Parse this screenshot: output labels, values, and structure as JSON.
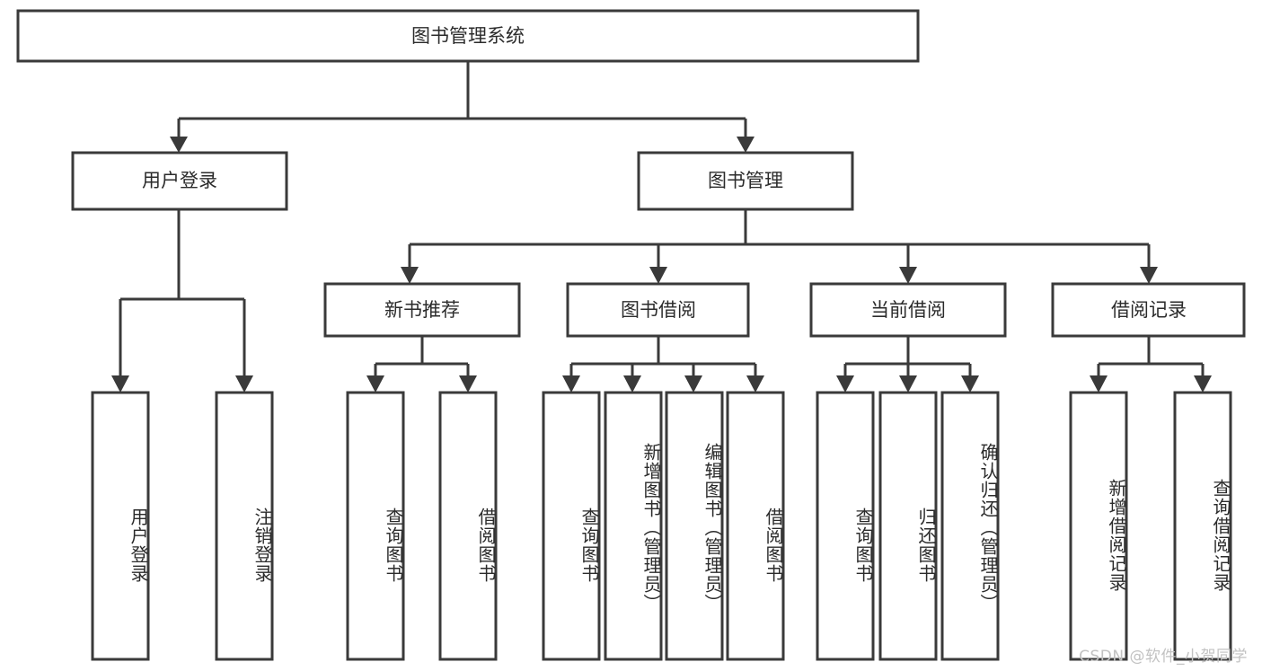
{
  "diagram": {
    "title": "图书管理系统",
    "type": "tree",
    "watermark": "CSDN @软件_小贺同学",
    "colors": {
      "box_stroke": "#3a3a3a",
      "box_fill": "#ffffff",
      "connector": "#3a3a3a",
      "text": "#2b2b2b",
      "watermark": "#c2c2c2",
      "background": "#ffffff"
    },
    "root": {
      "id": "root",
      "label": "图书管理系统",
      "orientation": "horizontal"
    },
    "level1": [
      {
        "id": "user-login",
        "label": "用户登录",
        "orientation": "horizontal"
      },
      {
        "id": "book-manage",
        "label": "图书管理",
        "orientation": "horizontal"
      }
    ],
    "level2": [
      {
        "id": "new-book-recommend",
        "label": "新书推荐",
        "parent": "book-manage",
        "orientation": "horizontal"
      },
      {
        "id": "book-borrow",
        "label": "图书借阅",
        "parent": "book-manage",
        "orientation": "horizontal"
      },
      {
        "id": "current-borrow",
        "label": "当前借阅",
        "parent": "book-manage",
        "orientation": "horizontal"
      },
      {
        "id": "borrow-record",
        "label": "借阅记录",
        "parent": "book-manage",
        "orientation": "horizontal"
      }
    ],
    "leaves": [
      {
        "id": "leaf-user-login",
        "label": "用户登录",
        "parent": "user-login",
        "orientation": "vertical"
      },
      {
        "id": "leaf-logout-login",
        "label": "注销登录",
        "parent": "user-login",
        "orientation": "vertical"
      },
      {
        "id": "leaf-query-book-1",
        "label": "查询图书",
        "parent": "new-book-recommend",
        "orientation": "vertical"
      },
      {
        "id": "leaf-borrow-book-1",
        "label": "借阅图书",
        "parent": "new-book-recommend",
        "orientation": "vertical"
      },
      {
        "id": "leaf-query-book-2",
        "label": "查询图书",
        "parent": "book-borrow",
        "orientation": "vertical"
      },
      {
        "id": "leaf-add-book",
        "label": "新增图书（管理员）",
        "parent": "book-borrow",
        "orientation": "vertical"
      },
      {
        "id": "leaf-edit-book",
        "label": "编辑图书（管理员）",
        "parent": "book-borrow",
        "orientation": "vertical"
      },
      {
        "id": "leaf-borrow-book-2",
        "label": "借阅图书",
        "parent": "book-borrow",
        "orientation": "vertical"
      },
      {
        "id": "leaf-query-book-3",
        "label": "查询图书",
        "parent": "current-borrow",
        "orientation": "vertical"
      },
      {
        "id": "leaf-return-book",
        "label": "归还图书",
        "parent": "current-borrow",
        "orientation": "vertical"
      },
      {
        "id": "leaf-confirm-return",
        "label": "确认归还（管理员）",
        "parent": "current-borrow",
        "orientation": "vertical"
      },
      {
        "id": "leaf-add-record",
        "label": "新增借阅记录",
        "parent": "borrow-record",
        "orientation": "vertical"
      },
      {
        "id": "leaf-query-record",
        "label": "查询借阅记录",
        "parent": "borrow-record",
        "orientation": "vertical"
      }
    ]
  }
}
